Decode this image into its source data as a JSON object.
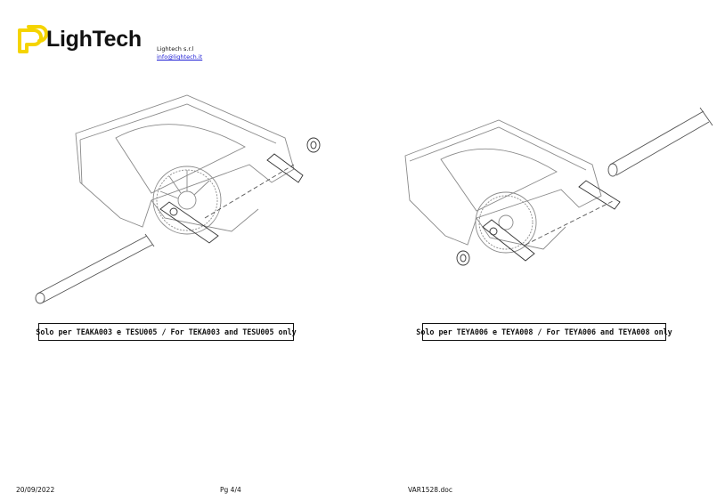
{
  "header": {
    "logo_text": "LighTech",
    "company_name": "Lightech s.r.l",
    "email": "info@lightech.it"
  },
  "figures": [
    {
      "caption": "Solo per TEAKA003 e TESU005 / For TEKA003 and TESU005 only"
    },
    {
      "caption": "Solo per TEYA006 e TEYA008 / For TEYA006 and TEYA008 only"
    }
  ],
  "footer": {
    "date": "20/09/2022",
    "page": "Pg 4/4",
    "filename": "VAR1528.doc"
  },
  "colors": {
    "logo_yellow": "#f5d400",
    "line_art": "#8a8a8a",
    "ink": "#111111",
    "link": "#1a1ad4"
  }
}
